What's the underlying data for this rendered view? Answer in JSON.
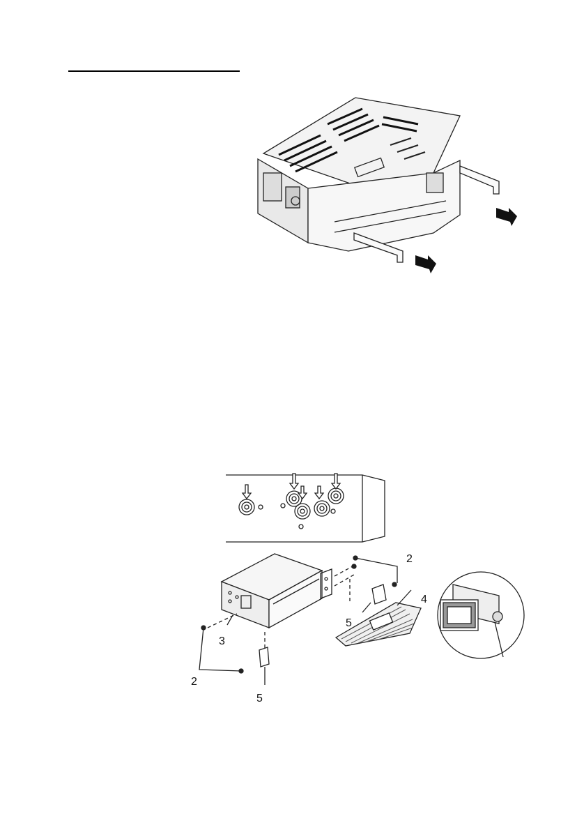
{
  "figures": {
    "removal": {
      "icons": [
        "arrow-icon",
        "arrow-icon"
      ]
    },
    "rear_panel": {
      "icons": [
        "down-arrow-icon",
        "down-arrow-icon",
        "down-arrow-icon",
        "down-arrow-icon",
        "down-arrow-icon"
      ]
    },
    "installation": {
      "callouts": {
        "screw_top": "2",
        "screw_bottom": "2",
        "bracket_left": "3",
        "trim_frame": "4",
        "clip_top": "5",
        "clip_bottom": "5"
      }
    }
  },
  "colors": {
    "ink": "#111111",
    "paper": "#ffffff"
  }
}
